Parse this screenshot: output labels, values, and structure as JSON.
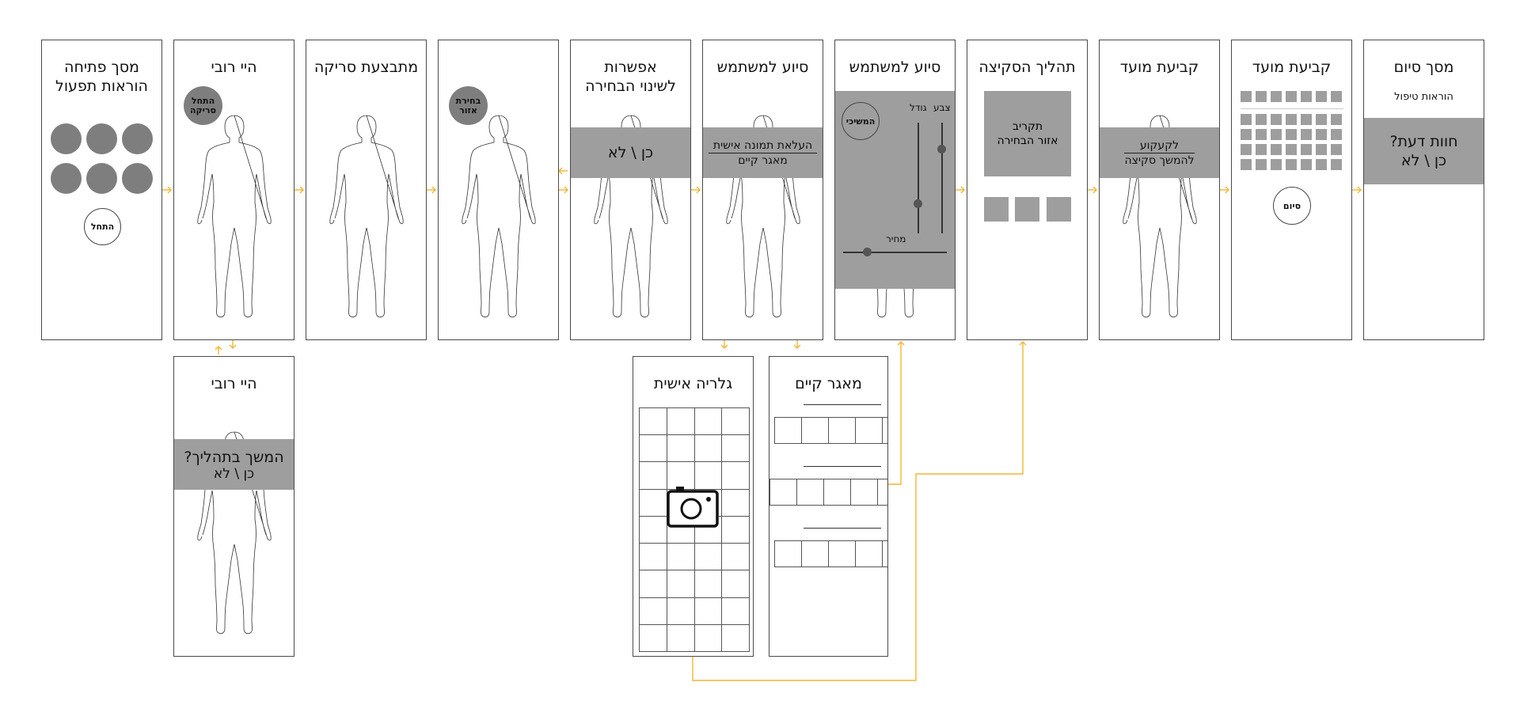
{
  "flow": {
    "opening": {
      "title_line1": "מסך פתיחה",
      "title_line2": "הוראות תפעול",
      "start_button": "התחל"
    },
    "hello": {
      "title": "היי רובי",
      "badge_line1": "התחל",
      "badge_line2": "סריקה"
    },
    "scanning": {
      "title": "מתבצעת סריקה"
    },
    "area": {
      "badge_line1": "בחירת",
      "badge_line2": "אזור"
    },
    "change_option": {
      "title_line1": "אפשרות",
      "title_line2": "לשינוי הבחירה",
      "band": "כן \\ לא"
    },
    "user_help_1": {
      "title": "סיוע למשתמש",
      "band_line1": "העלאת תמונה אישית",
      "band_line2": "מאגר קיים"
    },
    "user_help_2": {
      "title": "סיוע למשתמש",
      "continue_button": "המשיכי",
      "label_color": "צבע",
      "label_size": "גודל",
      "label_price": "מחיר"
    },
    "sketch": {
      "title": "תהליך הסקיצה",
      "box_line1": "תקריב",
      "box_line2": "אזור הבחירה"
    },
    "appointment_1": {
      "title": "קביעת מועד",
      "band_line1": "לקעקוע",
      "band_line2": "להמשך סקיצה"
    },
    "appointment_2": {
      "title": "קביעת מועד",
      "finish_button": "סיום"
    },
    "end": {
      "title": "מסך סיום",
      "subtitle": "הוראות טיפול",
      "band_line1": "חוות דעת?",
      "band_line2": "כן \\ לא"
    },
    "hello_continue": {
      "title": "היי רובי",
      "band_line1": "המשך בתהליך?",
      "band_line2": "כן \\ לא"
    },
    "gallery": {
      "title": "גלריה אישית"
    },
    "database": {
      "title": "מאגר קיים"
    }
  },
  "colors": {
    "connector": "#f2b632",
    "band": "#9e9e9e",
    "dot": "#7e7e7e",
    "border": "#4a4a4a"
  },
  "icons": {
    "camera": "camera-icon",
    "body": "body-silhouette-icon"
  }
}
